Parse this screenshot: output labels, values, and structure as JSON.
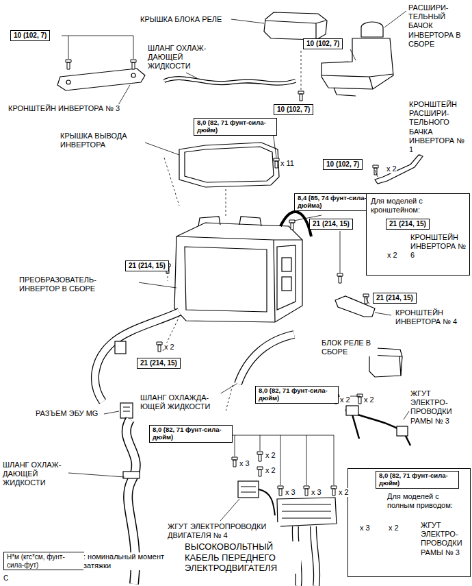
{
  "diagram": {
    "nodes": [
      {
        "text": [
          "10 (102, 7)"
        ]
      },
      {
        "text": [
          "10 (102, 7)"
        ]
      },
      {
        "text": [
          "10 (102, 7)"
        ]
      },
      {
        "text": [
          "8,0 (82, 71 фунт-сила-дюйм)"
        ]
      },
      {
        "text": [
          "10 (102, 7)"
        ]
      },
      {
        "text": [
          "8,4 (85, 74 фунт-сила-дюйма)"
        ]
      },
      {
        "text": [
          "Для моделей с кронштейном:"
        ]
      },
      {
        "text": [
          "21 (214, 15)"
        ],
        "in": 6
      },
      {
        "text": [
          "21 (214, 15)"
        ]
      },
      {
        "text": [
          "21 (214, 15)"
        ]
      },
      {
        "text": [
          "21 (214, 15)"
        ]
      },
      {
        "text": [
          "21 (214, 15)"
        ]
      },
      {
        "text": [
          "8,0 (82, 71 фунт-сила-дюйм)"
        ]
      },
      {
        "text": [
          "8,0 (82, 71 фунт-сила-дюйм)"
        ]
      },
      {
        "text": [
          "Для моделей с полным приводом:"
        ]
      },
      {
        "text": [
          "8,0 (82, 71 фунт-сила-дюйм)"
        ],
        "in": 14
      },
      {
        "text": [
          "Н*м (кгс*см, фунт-сила-фут)"
        ]
      }
    ],
    "labels": [
      "КРЫШКА БЛОКА РЕЛЕ",
      "РАСШИРИ- ТЕЛЬНЫЙ БАЧОК ИНВЕРТОРА В СБОРЕ",
      "ШЛАНГ ОХЛАЖ- ДАЮЩЕЙ ЖИДКОСТИ",
      "КРОНШТЕЙН ИНВЕРТОРА № 3",
      "КРОНШТЕЙН РАСШИРИ- ТЕЛЬНОГО БАЧКА ИНВЕРТОРА № 1",
      "КРЫШКА ВЫВОДА ИНВЕРТОРА",
      "x 11",
      "x 2",
      "x 2",
      "КРОНШТЕЙН ИНВЕРТОРА № 6",
      "ПРЕОБРАЗОВАТЕЛЬ- ИНВЕРТОР В СБОРЕ",
      "КРОНШТЕЙН ИНВЕРТОРА № 4",
      "БЛОК РЕЛЕ В СБОРЕ",
      "x 2",
      "РАЗЪЕМ ЭБУ MG",
      "ШЛАНГ ОХЛАЖДА- ЮЩЕЙ ЖИДКОСТИ",
      "x 2",
      "x 2",
      "ЖГУТ ЭЛЕКТРО- ПРОВОДКИ РАМЫ № 3",
      "ШЛАНГ ОХЛАЖ- ДАЮЩЕЙ ЖИДКОСТИ",
      "x 3",
      "x 2",
      "x 2",
      "x 3",
      "x 3",
      "x 2",
      "ЖГУТ ЭЛЕКТРОПРОВОДКИ ДВИГАТЕЛЯ № 4",
      "ВЫСОКОВОЛЬТНЫЙ КАБЕЛЬ ПЕРЕДНЕГО ЭЛЕКТРОДВИГАТЕЛЯ",
      "x 3",
      "x 2",
      "ЖГУТ ЭЛЕКТРО- ПРОВОДКИ РАМЫ № 3",
      ": номинальный момент затяжки",
      "C"
    ]
  }
}
